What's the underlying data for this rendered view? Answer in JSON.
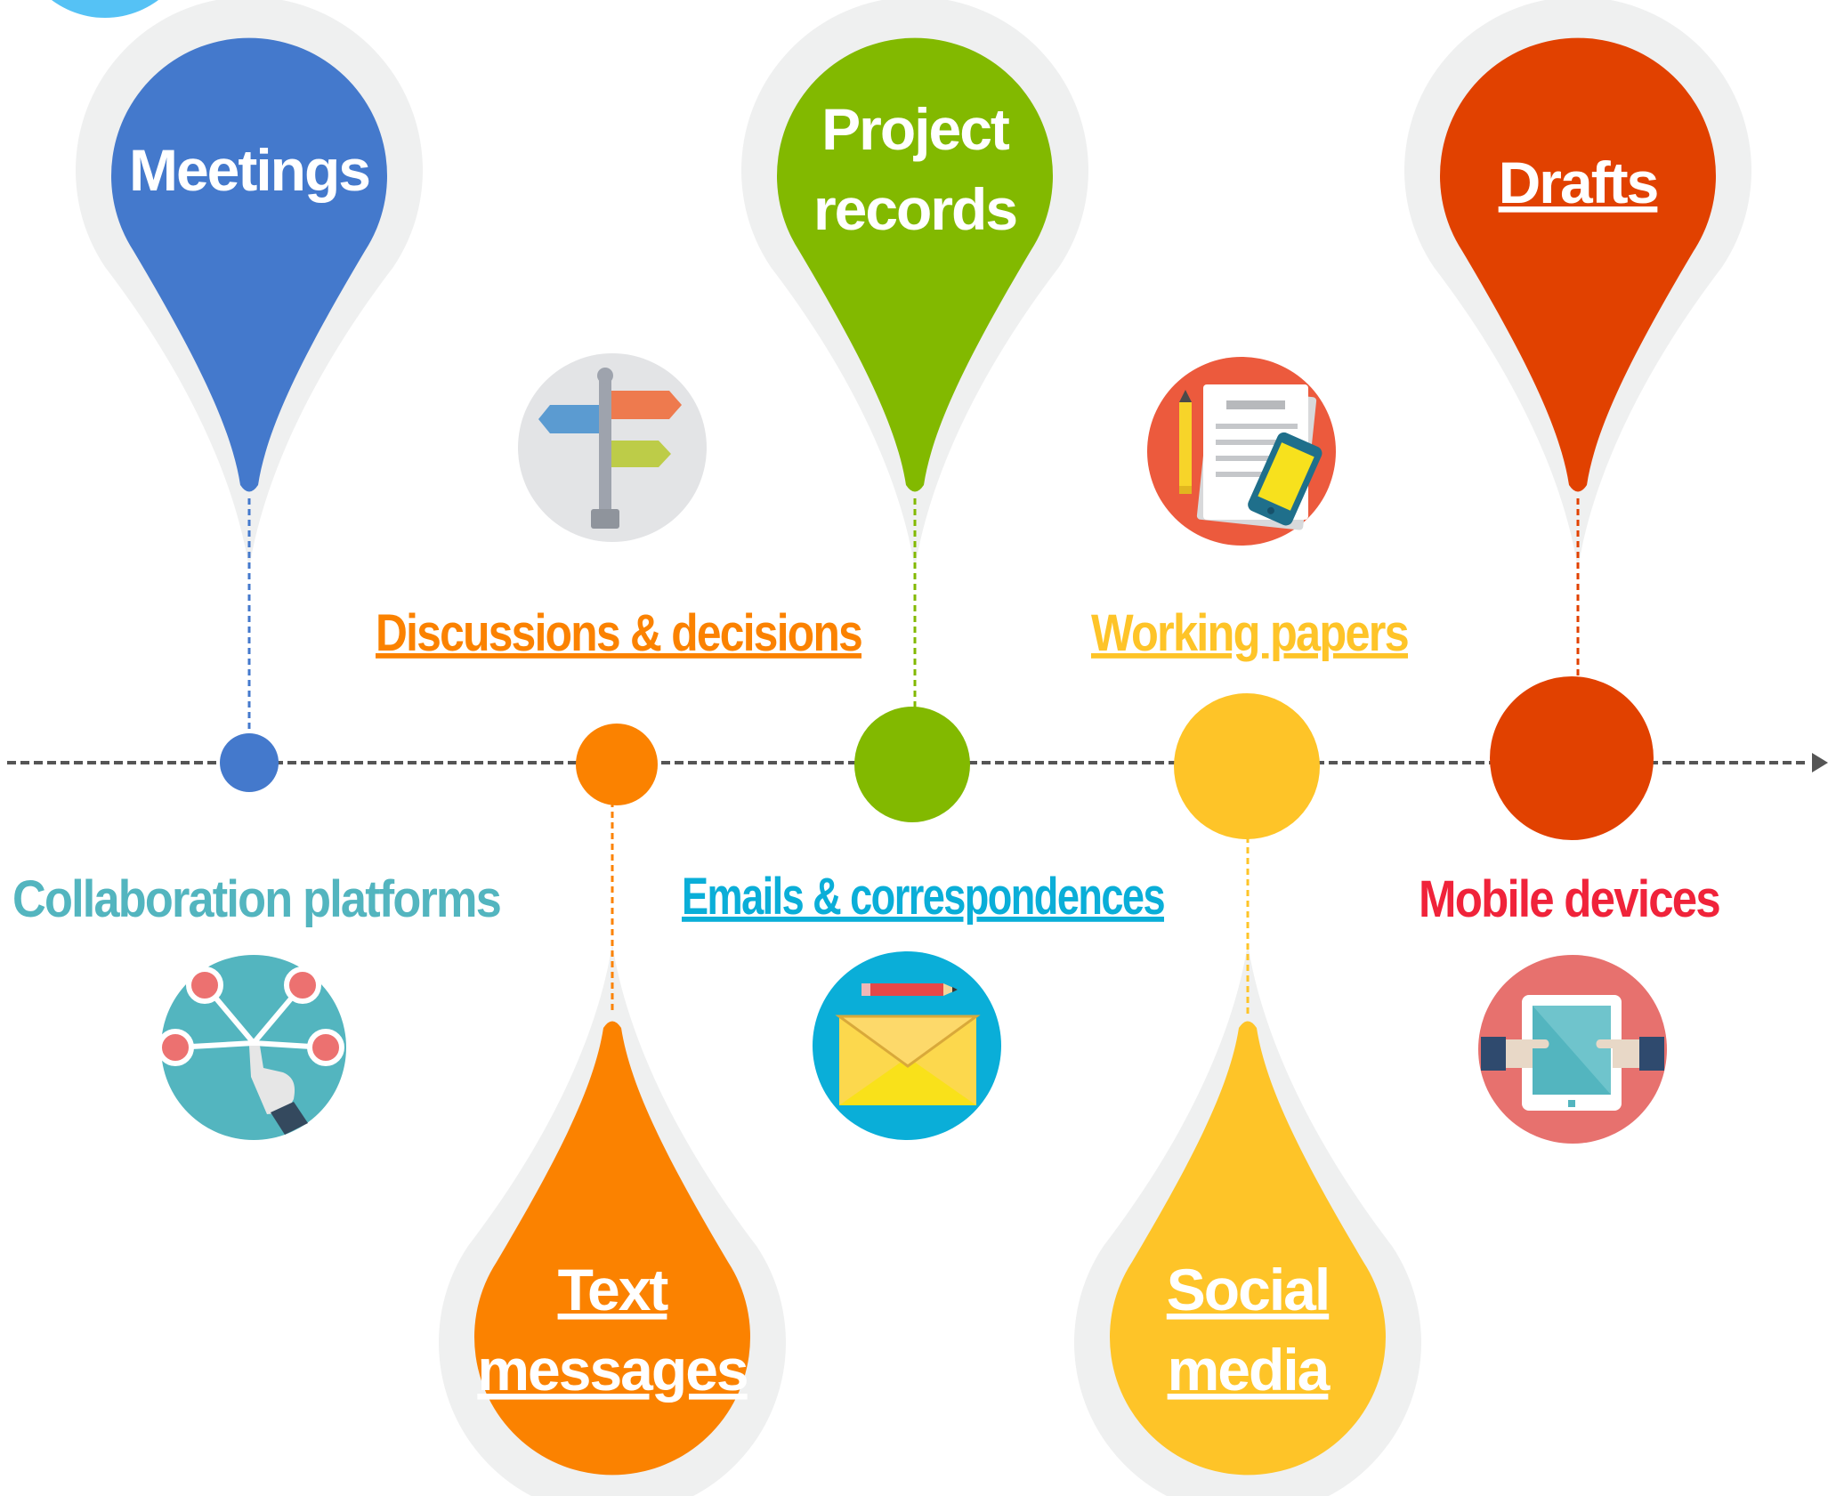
{
  "colors": {
    "blue": "#4479cc",
    "orange": "#fb8200",
    "green": "#82b900",
    "yellow": "#fec428",
    "red": "#e14100",
    "teal": "#53b5bf",
    "cyan": "#0aaed8",
    "bright_red": "#f0233a",
    "halo": "#eff0f0",
    "axis": "#555555"
  },
  "pins": {
    "meetings": {
      "label": "Meetings"
    },
    "project_records": {
      "label_line1": "Project",
      "label_line2": "records"
    },
    "drafts": {
      "label": "Drafts"
    },
    "text_messages": {
      "label_line1": "Text",
      "label_line2": "messages"
    },
    "social_media": {
      "label_line1": "Social",
      "label_line2": "media"
    }
  },
  "labels": {
    "discussions": "Discussions & decisions",
    "working_papers": "Working papers",
    "collaboration": "Collaboration platforms",
    "emails": "Emails & correspondences",
    "mobile": "Mobile devices"
  },
  "icons": [
    "signpost-icon",
    "documents-phone-icon",
    "network-touch-icon",
    "envelope-pencil-icon",
    "tablet-hands-icon"
  ]
}
